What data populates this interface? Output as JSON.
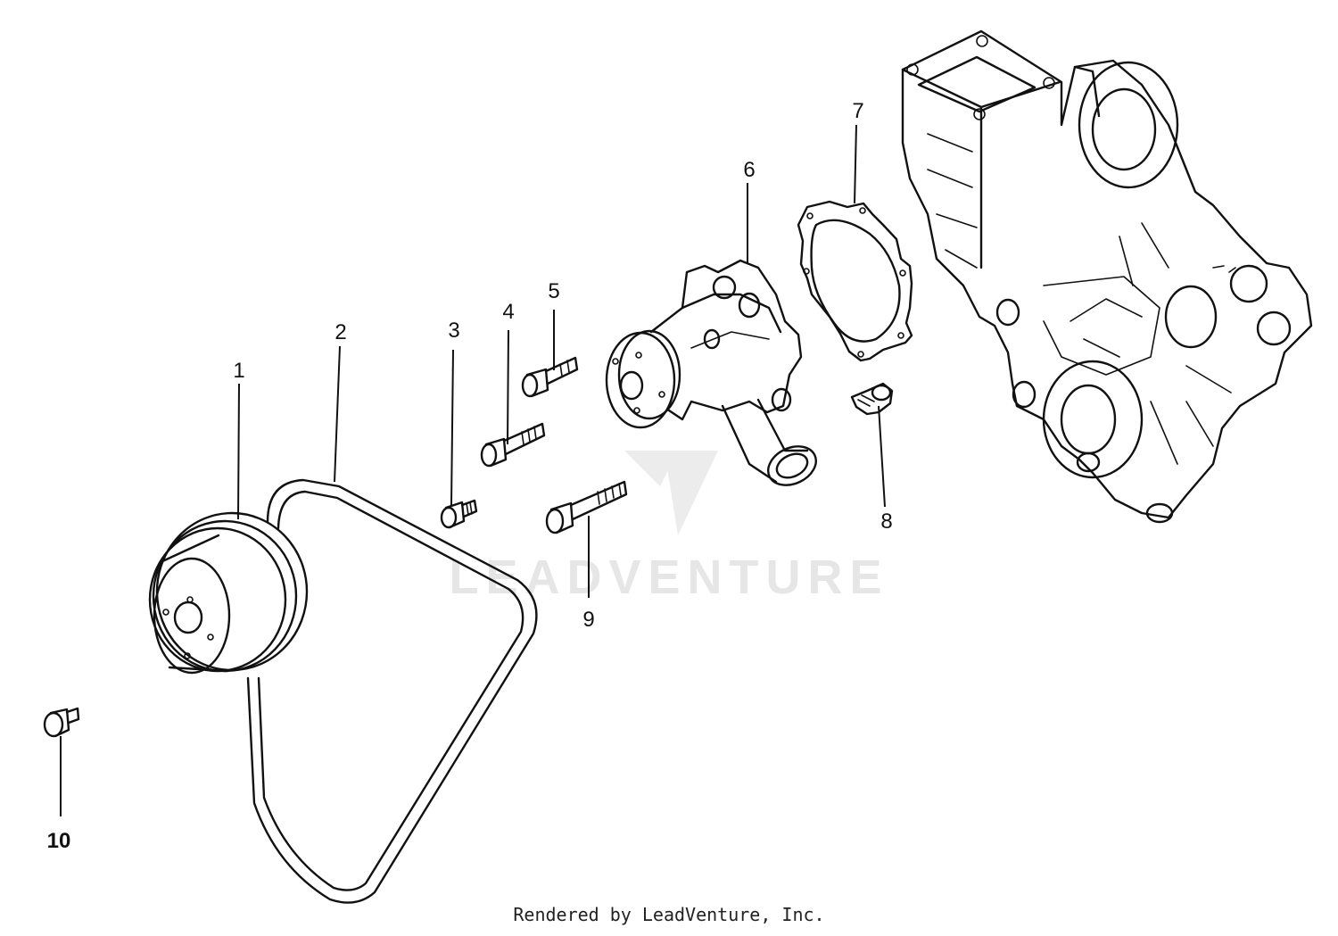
{
  "callouts": {
    "c1": "1",
    "c2": "2",
    "c3": "3",
    "c4": "4",
    "c5": "5",
    "c6": "6",
    "c7": "7",
    "c8": "8",
    "c9": "9",
    "c10": "10"
  },
  "watermark": {
    "text": "LEADVENTURE"
  },
  "footer": {
    "credit": "Rendered by LeadVenture, Inc."
  },
  "colors": {
    "line": "#111111",
    "watermark": "#e6e6e6",
    "background": "#ffffff"
  }
}
